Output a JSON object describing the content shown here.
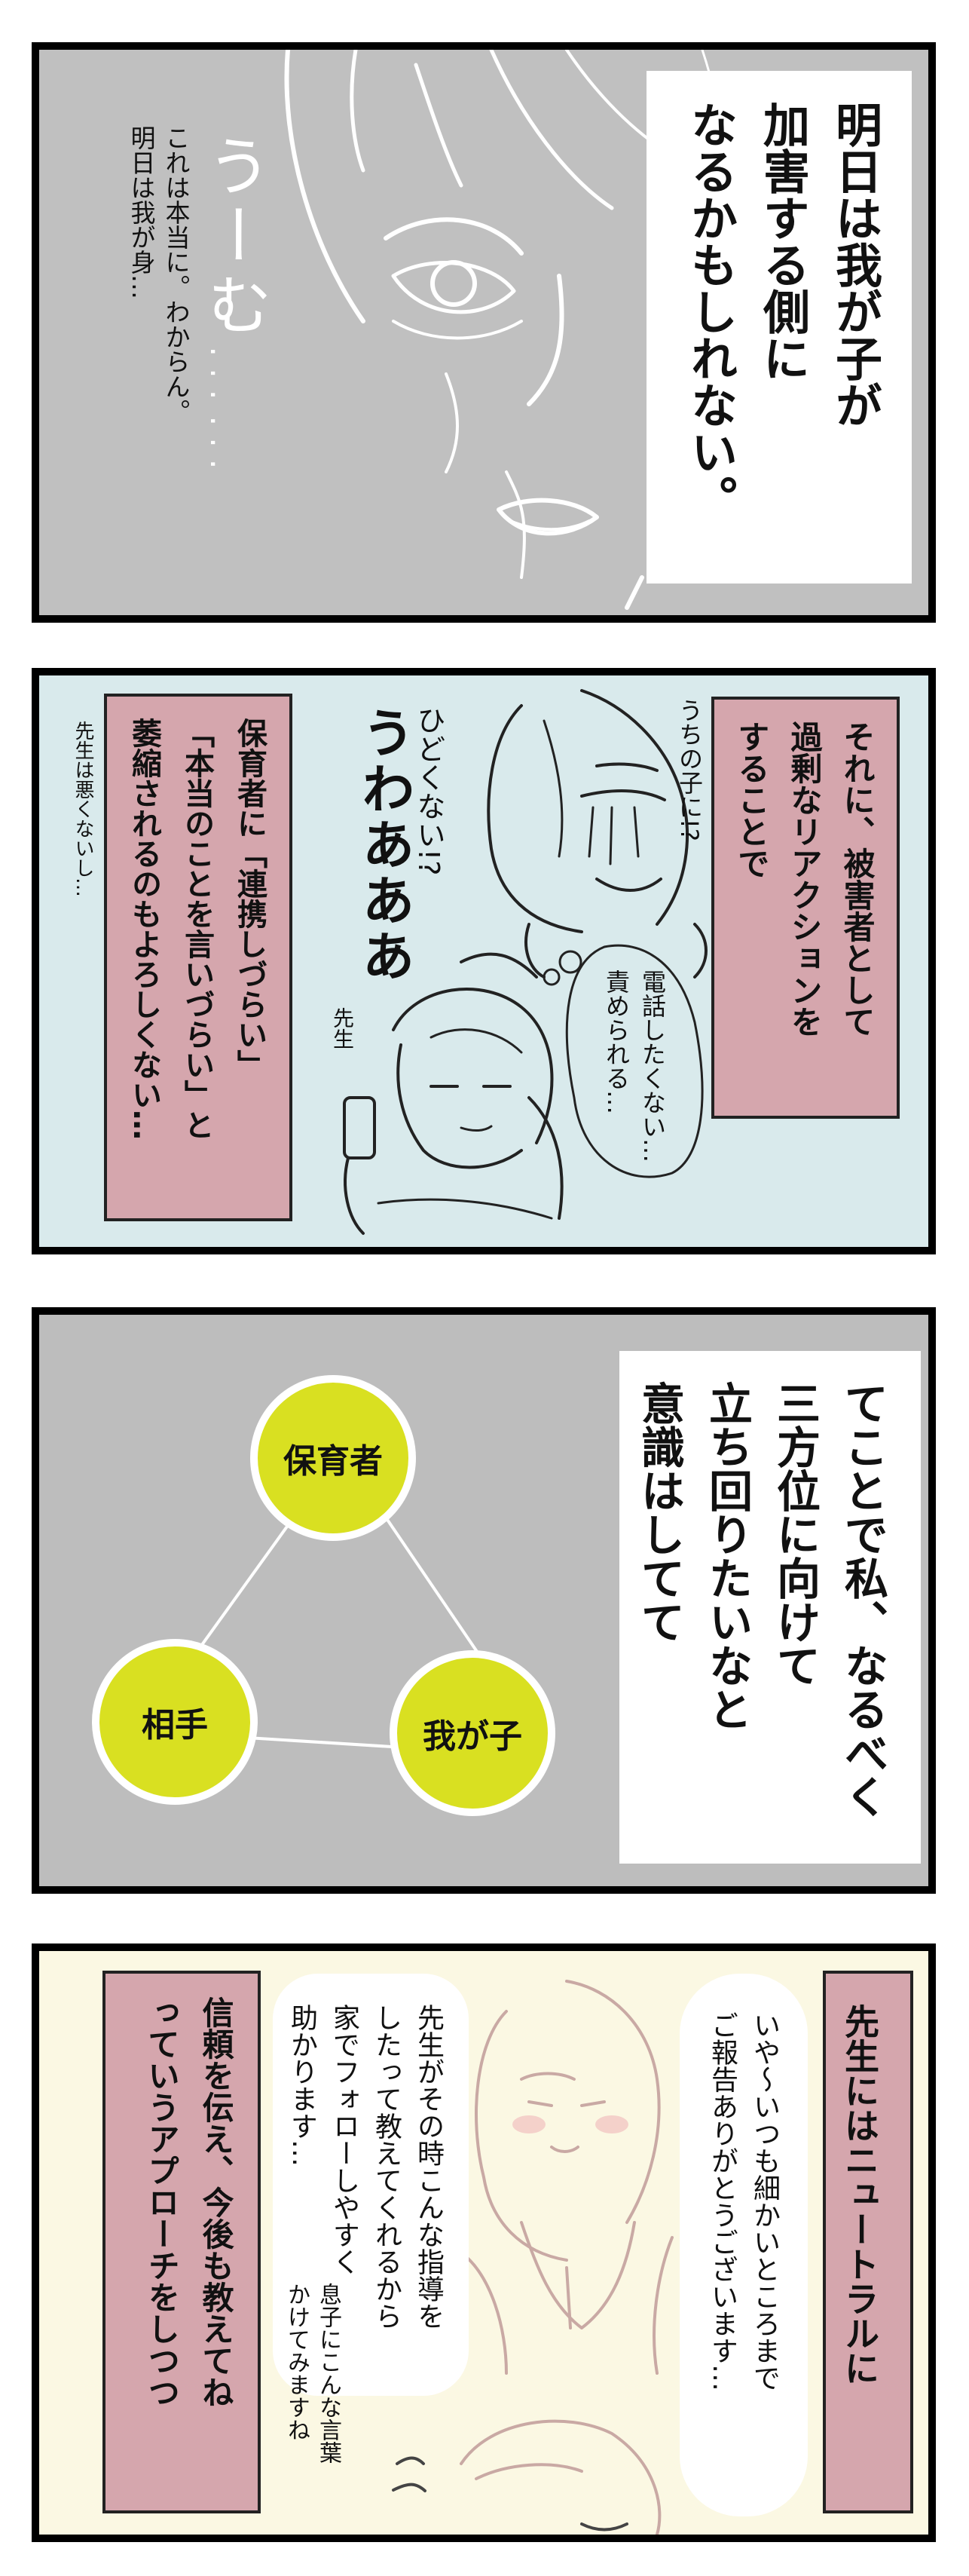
{
  "colors": {
    "panel1_bg": "#c0c0c0",
    "panel2_bg": "#d9eaec",
    "panel3_bg": "#bdbdbd",
    "panel4_bg": "#fbf8e3",
    "pink_box": "#d5a6ad",
    "circle": "#d9e021"
  },
  "panel1": {
    "caption": "明日は我が子が\n加害する側に\nなるかもしれない。",
    "sfx": "うーむ……",
    "note": "これは本当に。わからん。\n明日は我が身…"
  },
  "panel2": {
    "caption": "それに、被害者として\n過剰なリアクションを\nすることで",
    "crying_mother_thought": "うちの子に!?",
    "wail": "うわあああ",
    "cry_small": "ひどくない!?",
    "teacher_thought": "電話したくない…\n責められる…",
    "teacher_label": "先生",
    "side_note": "先生は悪くないし…",
    "bottom_caption": "保育者に「連携しづらい」\n「本当のことを言いづらい」と\n萎縮されるのもよろしくない…"
  },
  "panel3": {
    "caption": "てことで私、なるべく\n三方位に向けて\n立ち回りたいなと\n意識はしてて",
    "circle_top": "保育者",
    "circle_left": "相手",
    "circle_right": "我が子"
  },
  "panel4": {
    "caption": "先生にはニュートラルに",
    "speech1": "いや〜いつも細かいところまで\nご報告ありがとうございます…",
    "speech2": "先生がその時こんな指導を\nしたって教えてくれるから\n家でフォローしやすく\n助かります…",
    "small_note": "息子にこんな言葉\nかけてみますね",
    "bottom_caption": "信頼を伝え、今後も教えてね\nっていうアプローチをしつつ"
  }
}
